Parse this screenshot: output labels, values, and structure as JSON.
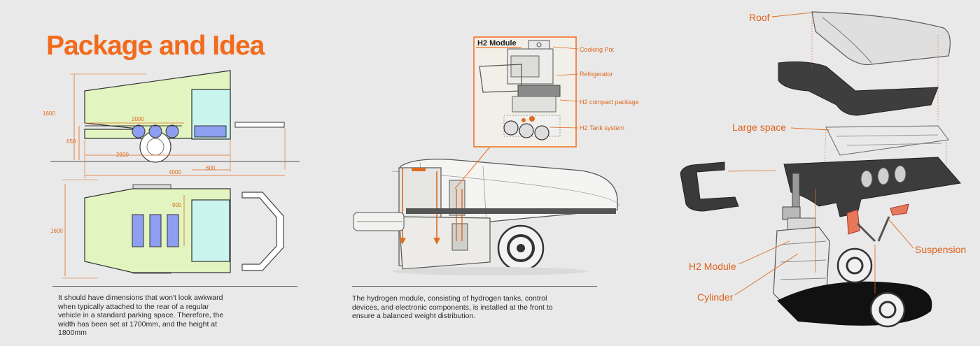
{
  "title": "Package and Idea",
  "colors": {
    "accent": "#f26a1b",
    "body_fill": "#e2f5c0",
    "glass_fill": "#c9f5ee",
    "wheel_fill": "#8e9ef0"
  },
  "side_view": {
    "dims": {
      "height_total": "1600",
      "height_low": "650",
      "wheelbase": "2000",
      "body_length": "2920",
      "overall_length": "4000",
      "front_section": "600"
    }
  },
  "top_view": {
    "dims": {
      "width": "1600",
      "module_width": "900"
    }
  },
  "captions": {
    "left": "It should have dimensions that won't look awkward when typically attached to the rear of a regular vehicle in a standard parking space. Therefore, the width has been set at 1700mm, and the height at 1800mm",
    "middle": "The hydrogen module, consisting of hydrogen tanks, control devices, and electronic components, is installed at the front to ensure a balanced weight distribution."
  },
  "h2_inset": {
    "title": "H2 Module",
    "labels": {
      "cooking_pot": "Cooking Pot",
      "refrigerator": "Refrigerator",
      "compact_package": "H2 compact package",
      "tank_system": "H2 Tank system"
    }
  },
  "exploded": {
    "labels": {
      "roof": "Roof",
      "large_space": "Large space",
      "h2_module": "H2 Module",
      "cylinder": "Cylinder",
      "suspension": "Suspension"
    }
  }
}
